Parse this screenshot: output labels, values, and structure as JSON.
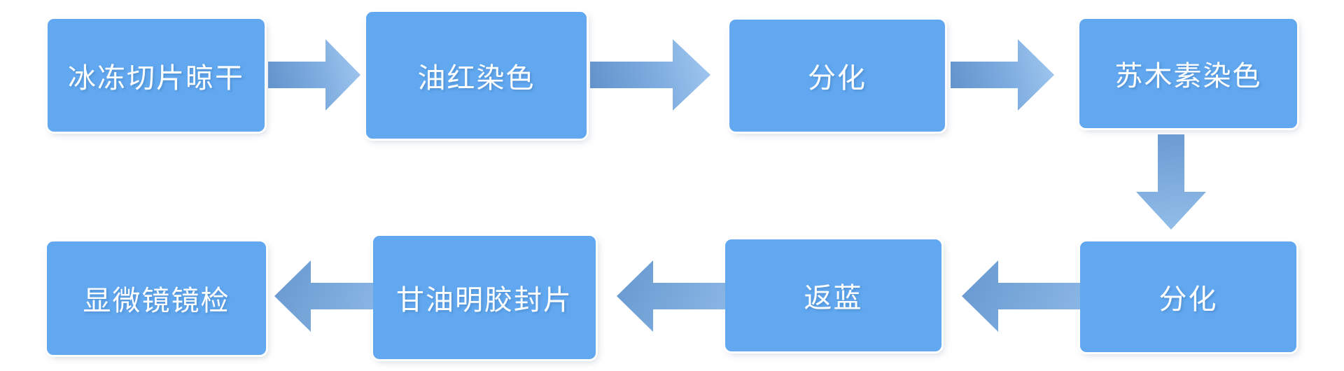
{
  "diagram": {
    "type": "flowchart",
    "background_color": "#ffffff",
    "node_fill_color": "#61a8f0",
    "node_text_color": "#ffffff",
    "arrow_color_dark": "#5f90c9",
    "arrow_color_light": "#a3c9f0",
    "nodes": [
      {
        "id": 1,
        "label": "冰冻切片晾干",
        "row": "top"
      },
      {
        "id": 2,
        "label": "油红染色",
        "row": "top"
      },
      {
        "id": 3,
        "label": "分化",
        "row": "top"
      },
      {
        "id": 4,
        "label": "苏木素染色",
        "row": "top"
      },
      {
        "id": 5,
        "label": "分化",
        "row": "bottom"
      },
      {
        "id": 6,
        "label": "返蓝",
        "row": "bottom"
      },
      {
        "id": 7,
        "label": "甘油明胶封片",
        "row": "bottom"
      },
      {
        "id": 8,
        "label": "显微镜镜检",
        "row": "bottom"
      }
    ],
    "connectors": [
      {
        "from": 1,
        "to": 2,
        "direction": "right"
      },
      {
        "from": 2,
        "to": 3,
        "direction": "right"
      },
      {
        "from": 3,
        "to": 4,
        "direction": "right"
      },
      {
        "from": 4,
        "to": 5,
        "direction": "down"
      },
      {
        "from": 5,
        "to": 6,
        "direction": "left"
      },
      {
        "from": 6,
        "to": 7,
        "direction": "left"
      },
      {
        "from": 7,
        "to": 8,
        "direction": "left"
      }
    ],
    "flow_order": [
      "冰冻切片晾干",
      "油红染色",
      "分化",
      "苏木素染色",
      "分化",
      "返蓝",
      "甘油明胶封片",
      "显微镜镜检"
    ]
  }
}
